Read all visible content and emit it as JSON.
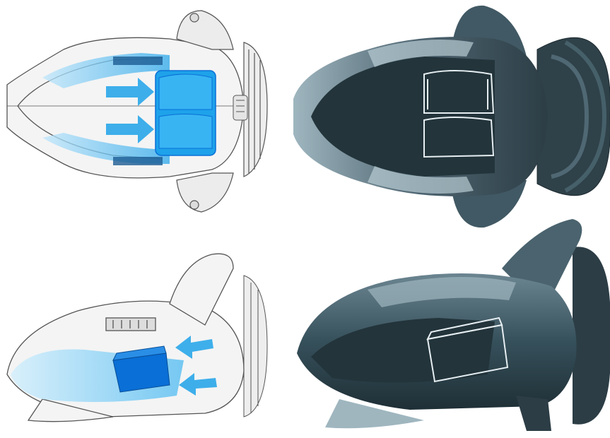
{
  "image": {
    "panels": [
      {
        "id": "top-left",
        "view": "top",
        "style": "line-drawing"
      },
      {
        "id": "top-right",
        "view": "top",
        "style": "render"
      },
      {
        "id": "bottom-left",
        "view": "side",
        "style": "line-drawing"
      },
      {
        "id": "bottom-right",
        "view": "side",
        "style": "render"
      }
    ],
    "colors": {
      "highlight_blue": "#1fa3e8",
      "highlight_blue_dark": "#0a6fd6",
      "body_gray": "#f2f2f2",
      "line_gray": "#5a5a5a",
      "render_dark": "#2c3d45",
      "render_mid": "#4d6470",
      "render_light": "#9fb6bf"
    }
  }
}
